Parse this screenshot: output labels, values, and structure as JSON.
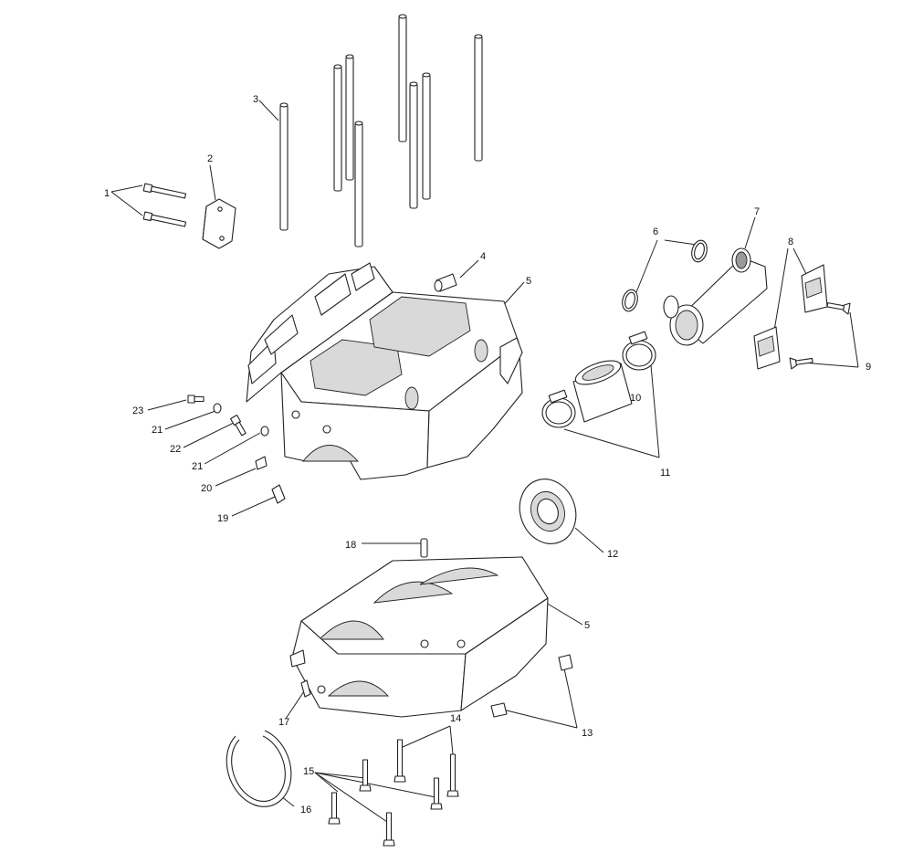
{
  "diagram": {
    "callouts": [
      {
        "id": "c1",
        "text": "1"
      },
      {
        "id": "c2",
        "text": "2"
      },
      {
        "id": "c3",
        "text": "3"
      },
      {
        "id": "c4",
        "text": "4"
      },
      {
        "id": "c5a",
        "text": "5"
      },
      {
        "id": "c5b",
        "text": "5"
      },
      {
        "id": "c6",
        "text": "6"
      },
      {
        "id": "c7",
        "text": "7"
      },
      {
        "id": "c8",
        "text": "8"
      },
      {
        "id": "c9",
        "text": "9"
      },
      {
        "id": "c10",
        "text": "10"
      },
      {
        "id": "c11",
        "text": "11"
      },
      {
        "id": "c12",
        "text": "12"
      },
      {
        "id": "c13",
        "text": "13"
      },
      {
        "id": "c14",
        "text": "14"
      },
      {
        "id": "c15",
        "text": "15"
      },
      {
        "id": "c16",
        "text": "16"
      },
      {
        "id": "c17",
        "text": "17"
      },
      {
        "id": "c18",
        "text": "18"
      },
      {
        "id": "c19",
        "text": "19"
      },
      {
        "id": "c20",
        "text": "20"
      },
      {
        "id": "c21a",
        "text": "21"
      },
      {
        "id": "c21b",
        "text": "21"
      },
      {
        "id": "c22",
        "text": "22"
      },
      {
        "id": "c23",
        "text": "23"
      }
    ]
  }
}
